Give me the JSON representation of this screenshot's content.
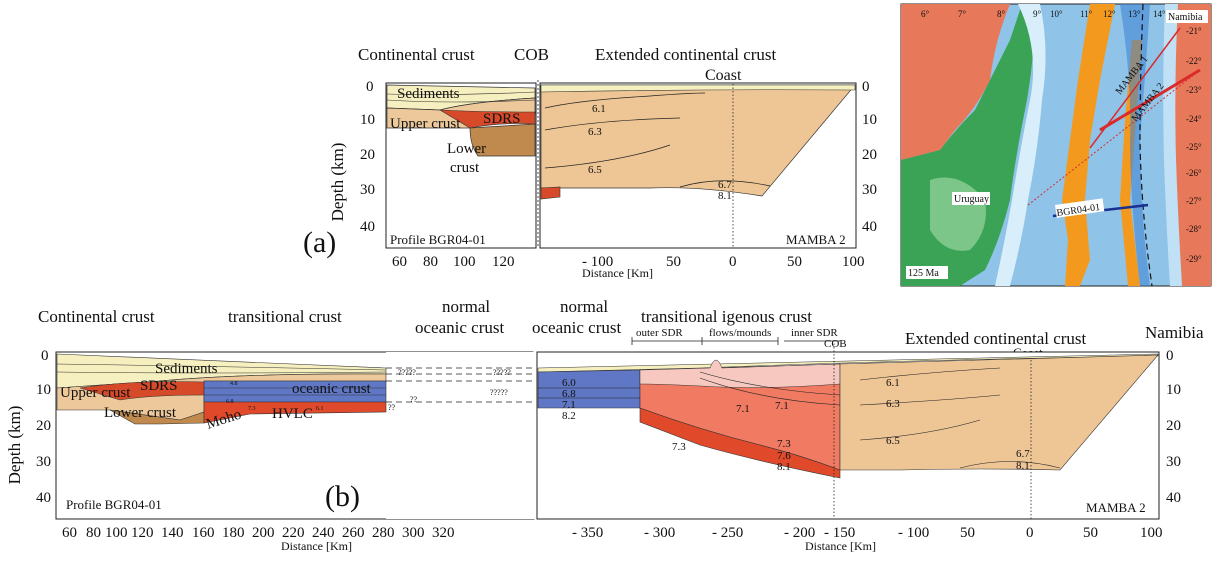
{
  "panel_a": {
    "label": "(a)",
    "region_continental": "Continental crust",
    "region_cob": "COB",
    "region_extended": "Extended continental crust",
    "coast": "Coast",
    "left_axis_label": "Depth (km)",
    "depth_ticks": [
      "0",
      "10",
      "20",
      "30",
      "40"
    ],
    "layer_sediments": "Sediments",
    "layer_upper_crust": "Upper crust",
    "layer_sdrs": "SDRS",
    "layer_lower_crust_1": "Lower",
    "layer_lower_crust_2": "crust",
    "profile_left": "Profile BGR04-01",
    "profile_right": "MAMBA 2",
    "left_x_ticks": [
      "60",
      "80",
      "100",
      "120"
    ],
    "right_x_ticks": [
      "- 100",
      "50",
      "0",
      "50",
      "100"
    ],
    "x_label": "Distance [Km]",
    "velocities": [
      "6.1",
      "6.3",
      "6.5",
      "6.7",
      "8.1"
    ]
  },
  "map": {
    "namibia": "Namibia",
    "uruguay": "Uruguay",
    "age": "125 Ma",
    "line_mamba1": "MAMBA 1",
    "line_mamba2": "MAMBA 2",
    "line_bgr": "BGR04-01",
    "lon_labels": [
      "6°",
      "7°",
      "8°",
      "9°",
      "10°",
      "11°",
      "12°",
      "13°",
      "14°"
    ],
    "lat_labels": [
      "-21°",
      "-22°",
      "-23°",
      "-24°",
      "-25°",
      "-26°",
      "-27°",
      "-28°",
      "-29°"
    ]
  },
  "panel_b": {
    "label": "(b)",
    "region_continental": "Continental crust",
    "region_transitional": "transitional crust",
    "region_normal_oceanic_1a": "normal",
    "region_normal_oceanic_1b": "oceanic crust",
    "region_normal_oceanic_2a": "normal",
    "region_normal_oceanic_2b": "oceanic crust",
    "region_transitional_igneous": "transitional igenous crust",
    "outer_sdr": "outer SDR",
    "flows_mounds": "flows/mounds",
    "inner_sdr": "inner SDR",
    "cob": "COB",
    "region_extended": "Extended continental crust",
    "coast": "Coast",
    "namibia": "Namibia",
    "left_axis_label": "Depth (km)",
    "depth_ticks": [
      "0",
      "10",
      "20",
      "30",
      "40"
    ],
    "layer_sediments": "Sediments",
    "layer_sdrs": "SDRS",
    "layer_upper_crust": "Upper crust",
    "layer_lower_crust": "Lower crust",
    "layer_oceanic": "oceanic crust",
    "moho": "Moho",
    "hvlc": "HVLC",
    "unknown_1": "?????",
    "unknown_2": "?????",
    "unknown_3": "?????",
    "unknown_4": "??",
    "unknown_5": "??",
    "profile_left": "Profile BGR04-01",
    "profile_right": "MAMBA 2",
    "left_x_ticks": [
      "60",
      "80",
      "100",
      "120",
      "140",
      "160",
      "180",
      "200",
      "220",
      "240",
      "260",
      "280",
      "300",
      "320"
    ],
    "right_x_ticks": [
      "- 350",
      "- 300",
      "- 250",
      "- 200",
      "- 150",
      "- 100",
      "50",
      "0",
      "50",
      "100"
    ],
    "x_label_left": "Distance [Km]",
    "x_label_right": "Distance [Km]",
    "velocities_oceanic": [
      "6.0",
      "6.8",
      "7.1",
      "8.2"
    ],
    "velocities_trans": [
      "7.1",
      "7.1",
      "7.3",
      "7.3",
      "7.6",
      "8.1"
    ],
    "velocities_ext": [
      "6.1",
      "6.3",
      "6.5",
      "6.7",
      "8.1"
    ],
    "small_vel": [
      "4.8",
      "6.8",
      "7.3",
      "6.1"
    ]
  },
  "colors": {
    "sediment": "#f6efbf",
    "upper_crust": "#ecc89a",
    "sdrs": "#d64a2a",
    "lower_crust": "#c08a4e",
    "extended_crust": "#eec594",
    "oceanic": "#5f77c4",
    "igneous": "#f07a62",
    "hvlc": "#e04a2a",
    "map_land": "#e8785a",
    "map_green": "#3aa356",
    "map_orange": "#f39a1e",
    "map_sea": "#8fc3e8"
  }
}
